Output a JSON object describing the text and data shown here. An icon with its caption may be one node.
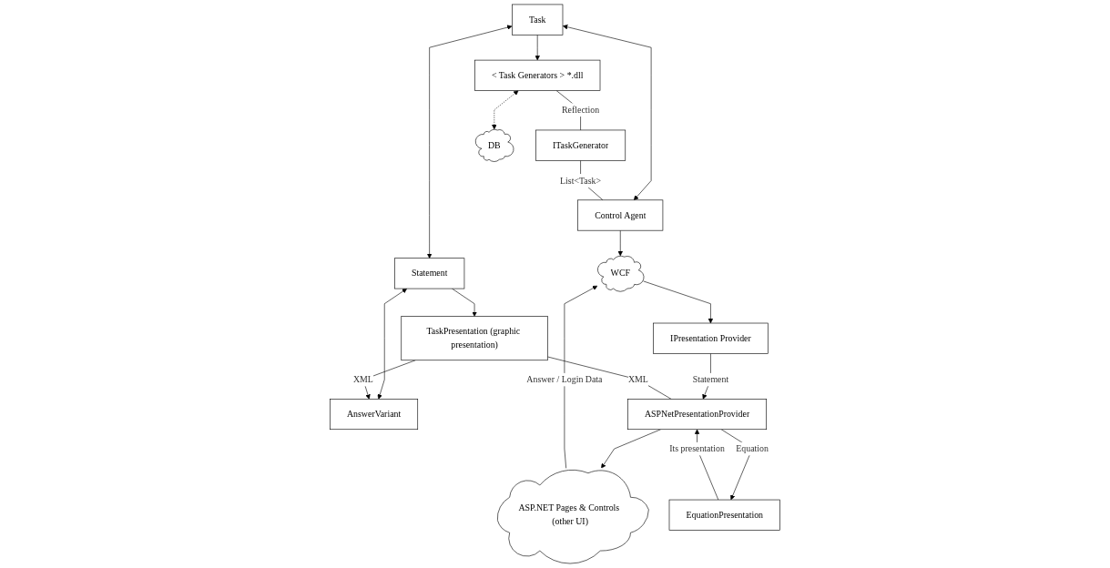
{
  "diagram": {
    "nodes": [
      {
        "text": [
          "< Task Generators > *.dll"
        ]
      },
      {
        "text": [
          "Task"
        ]
      },
      {
        "text": [
          "Statement"
        ]
      },
      {
        "text": [
          "TaskPresentation (graphic presentation)"
        ]
      },
      {
        "text": [
          "ITaskGenerator"
        ]
      },
      {
        "text": [
          "Control Agent"
        ]
      },
      {
        "text": [
          "AnswerVariant"
        ]
      },
      {
        "text": [
          "WCF"
        ]
      },
      {
        "text": [
          "IPresentation Provider"
        ]
      },
      {
        "text": [
          "DB"
        ]
      },
      {
        "text": [
          "ASP.NET Pages & Controls (other UI)"
        ]
      },
      {
        "text": [
          "ASPNetPresentationProvider"
        ]
      },
      {
        "text": [
          "EquationPresentation"
        ]
      }
    ],
    "edges": [
      {
        "from": 1,
        "to": 0,
        "arrow": "to"
      },
      {
        "from": 1,
        "to": 2,
        "arrow": "both"
      },
      {
        "from": 2,
        "to": 3,
        "arrow": "to"
      },
      {
        "from": 1,
        "to": 5,
        "arrow": "both"
      },
      {
        "from": 2,
        "to": 6,
        "arrow": "both"
      },
      {
        "from": 3,
        "to": 6,
        "arrow": "to",
        "label": "XML"
      },
      {
        "from": 0,
        "to": 4,
        "arrow": "none",
        "label": "Reflection"
      },
      {
        "from": 4,
        "to": 5,
        "arrow": "none",
        "label": "List<Task>"
      },
      {
        "from": 5,
        "to": 7,
        "arrow": "to"
      },
      {
        "from": 0,
        "to": 9,
        "arrow": "both",
        "style": "dashed"
      },
      {
        "from": 10,
        "to": 7,
        "arrow": "to",
        "label": "Answer / Login Data"
      },
      {
        "from": 7,
        "to": 8,
        "arrow": "to"
      },
      {
        "from": 8,
        "to": 11,
        "arrow": "to",
        "label": "Statement"
      },
      {
        "from": 11,
        "to": 10,
        "arrow": "to"
      },
      {
        "from": 3,
        "to": 11,
        "arrow": "none",
        "label": "XML"
      },
      {
        "from": 11,
        "to": 12,
        "arrow": "to",
        "label": "Equation"
      },
      {
        "from": 12,
        "to": 11,
        "arrow": "to",
        "label": "Its presentation"
      }
    ]
  }
}
